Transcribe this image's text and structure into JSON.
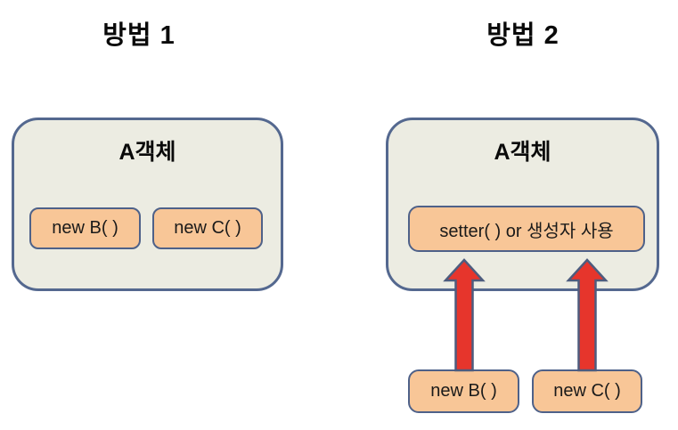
{
  "diagram": {
    "title": "Dependency creation methods diagram",
    "colors": {
      "background": "#FFFFFF",
      "object_box_fill": "#ECECE2",
      "object_box_border": "#54688F",
      "chip_fill": "#F8C697",
      "chip_border": "#4E6189",
      "arrow_fill": "#E6352C",
      "arrow_border": "#4D5C7E",
      "text": "#0A0A0A"
    },
    "methods": [
      {
        "title": "방법 1",
        "object_label": "A객체",
        "inner_boxes": [
          "new B( )",
          "new C( )"
        ]
      },
      {
        "title": "방법 2",
        "object_label": "A객체",
        "setter_label": "setter( ) or 생성자 사용",
        "bottom_boxes": [
          "new B( )",
          "new C( )"
        ],
        "arrow_icons": [
          "up-arrow",
          "up-arrow"
        ]
      }
    ]
  }
}
